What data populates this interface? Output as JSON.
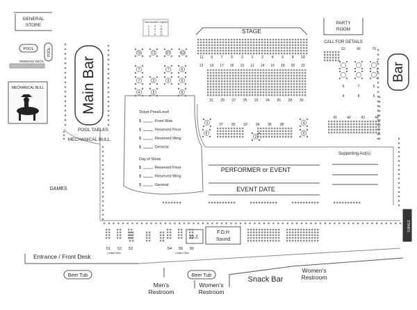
{
  "venue": {
    "general_store": [
      "GENERAL",
      "STORE"
    ],
    "pool": "POOL",
    "pool_vertical": "POOL",
    "smoking_deck": "SMOKING DECK",
    "mechanical_bull": "MECHANICAL BULL",
    "main_bar": "Main Bar",
    "bar_right": "Bar",
    "pool_tables": "POOL TABLES",
    "mechanical_bull_lower": "MECHANICAL BULL",
    "games": "GAMES",
    "entrance": "Entrance / Front Desk",
    "beer_tub_left": "Beer Tub",
    "beer_tub_right": "Beer Tub",
    "mens_restroom": [
      "Men's",
      "Restroom"
    ],
    "womens_restroom_bottom": [
      "Women's",
      "Restroom"
    ],
    "womens_restroom_right": [
      "Women's",
      "Restroom"
    ],
    "snack_bar": "Snack Bar",
    "dj": "D.J.",
    "foh": [
      "F.O.H",
      "Sound"
    ],
    "stage": "STAGE",
    "party_room": [
      "PARTY",
      "ROOM"
    ],
    "call_for_details": "CALL FOR DETAILS",
    "performer": "PERFORMER or EVENT",
    "event_date": "EVENT DATE",
    "supporting_acts": "Supporting Act(s)",
    "stairs": "STAIRS",
    "limited_view_left": "Limited View",
    "limited_view_right": "Limited View"
  },
  "legend": {
    "title": "Seat Number Legend",
    "rows": [
      [
        "1",
        "5",
        "9"
      ],
      [
        "2",
        "6",
        "10"
      ],
      [
        "3",
        "7",
        "11"
      ],
      [
        "4",
        "8",
        "12"
      ]
    ]
  },
  "pricing": {
    "ticket_heading": "Ticket Price/Level",
    "ticket_levels": [
      "Front Row",
      "Reserved Floor",
      "Reserved Wing",
      "General"
    ],
    "day_heading": "Day of Show",
    "day_levels": [
      "Reserved Floor",
      "Reserved Wing",
      "General"
    ],
    "currency": "$"
  },
  "tables": {
    "top_left_row": [
      "75",
      "71",
      "67",
      "63"
    ],
    "left_rows": [
      [
        "7",
        "7",
        "6"
      ],
      [
        "7",
        "3",
        "9",
        "5"
      ],
      [
        "4",
        "5",
        "8"
      ]
    ],
    "stage_row_top": [
      "21",
      "19",
      "17",
      "15",
      "13",
      "11",
      "14",
      "16",
      "18",
      "20",
      "22"
    ],
    "stage_row_top_inner": [
      "11",
      "9",
      "7",
      "5",
      "3",
      "1",
      "2",
      "4",
      "6",
      "8",
      "10"
    ],
    "stage_row_bottom": [
      "31",
      "29",
      "27",
      "25",
      "23",
      "24",
      "26",
      "28",
      "30"
    ],
    "right_block": [
      [
        "62",
        "66",
        "70"
      ],
      [
        "6",
        "7",
        "6"
      ],
      [
        "4",
        "8",
        "5"
      ]
    ],
    "mid_numbers": [
      "37",
      "35",
      "33",
      "34",
      "36",
      "38"
    ],
    "round_left": [
      "3",
      "9",
      "2"
    ],
    "round_right": [
      "4",
      "0"
    ],
    "right_row": [
      "41",
      "42",
      "43",
      "44"
    ],
    "bottom_left": [
      "51",
      "52",
      "53"
    ],
    "bottom_right": [
      "54",
      "55",
      "56"
    ]
  }
}
